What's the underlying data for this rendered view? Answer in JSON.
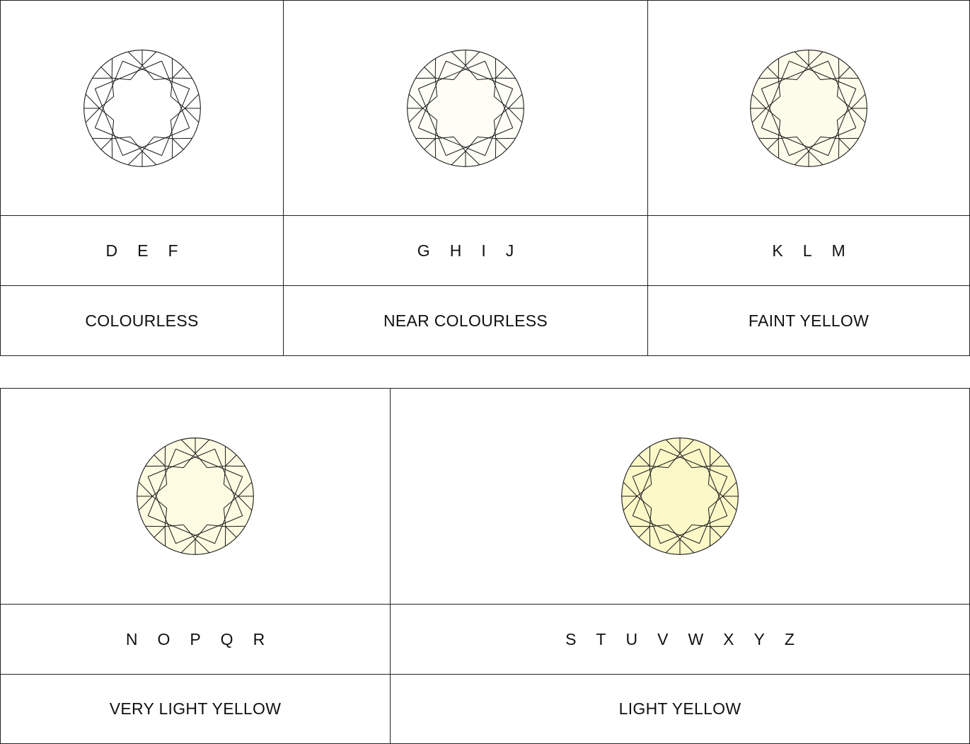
{
  "grades": [
    {
      "letters": [
        "D",
        "E",
        "F"
      ],
      "label": "COLOURLESS",
      "tint": "#ffffff"
    },
    {
      "letters": [
        "G",
        "H",
        "I",
        "J"
      ],
      "label": "NEAR COLOURLESS",
      "tint": "#fefdf6"
    },
    {
      "letters": [
        "K",
        "L",
        "M"
      ],
      "label": "FAINT YELLOW",
      "tint": "#fdfcea"
    },
    {
      "letters": [
        "N",
        "O",
        "P",
        "Q",
        "R"
      ],
      "label": "VERY LIGHT YELLOW",
      "tint": "#fdfbe2"
    },
    {
      "letters": [
        "S",
        "T",
        "U",
        "V",
        "W",
        "X",
        "Y",
        "Z"
      ],
      "label": "LIGHT YELLOW",
      "tint": "#fcf8c8"
    }
  ],
  "colors": {
    "line": "#1a1a1a",
    "border": "#222222"
  },
  "icon": "round-brilliant-diamond-icon"
}
